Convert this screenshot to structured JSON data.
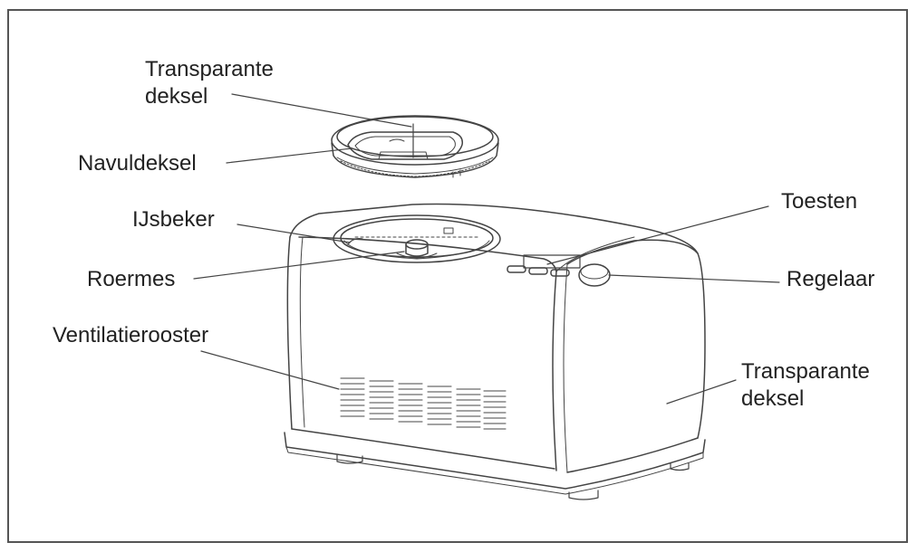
{
  "diagram": {
    "labels": {
      "lid_top": {
        "line1": "Transparante",
        "line2": "deksel"
      },
      "refill_lid": "Navuldeksel",
      "ice_bowl": "IJsbeker",
      "paddle": "Roermes",
      "vent": "Ventilatierooster",
      "buttons": "Toesten",
      "knob": "Regelaar",
      "lid_right": {
        "line1": "Transparante",
        "line2": "deksel"
      }
    },
    "colors": {
      "line": "#444444",
      "text": "#222222",
      "frame": "#555555"
    }
  }
}
